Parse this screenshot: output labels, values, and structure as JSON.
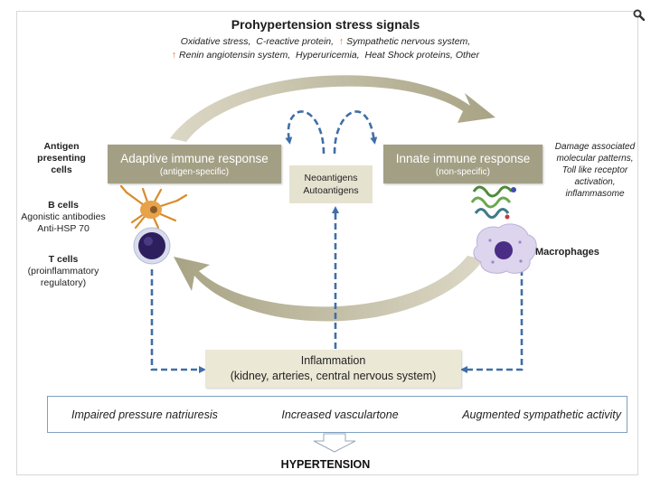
{
  "header": {
    "title": "Prohypertension stress signals",
    "line1_a": "Oxidative stress,",
    "line1_b": "C-reactive protein,",
    "line1_arrow": "↑",
    "line1_c": "Sympathetic nervous system,",
    "line2_arrow": "↑",
    "line2_a": "Renin angiotensin system,",
    "line2_b": "Hyperuricemia,",
    "line2_c": "Heat Shock proteins, Other"
  },
  "adaptive": {
    "title": "Adaptive immune response",
    "subtitle": "(antigen-specific)"
  },
  "innate": {
    "title": "Innate immune response",
    "subtitle": "(non-specific)"
  },
  "neo": {
    "line1": "Neoantigens",
    "line2": "Autoantigens"
  },
  "left_labels": {
    "apc_1": "Antigen",
    "apc_2": "presenting",
    "apc_3": "cells",
    "bcells_title": "B cells",
    "bcells_1": "Agonistic antibodies",
    "bcells_2": "Anti-HSP 70",
    "tcells_title": "T cells",
    "tcells_1": "(proinflammatory",
    "tcells_2": "regulatory)"
  },
  "right_labels": {
    "damp_1": "Damage associated",
    "damp_2": "molecular patterns,",
    "damp_3": "Toll like receptor",
    "damp_4": "activation,",
    "damp_5": "inflammasome",
    "macrophages": "Macrophages"
  },
  "inflammation": {
    "title": "Inflammation",
    "subtitle": "(kidney, arteries, central nervous system)"
  },
  "outcomes": {
    "item1": "Impaired pressure natriuresis",
    "item2": "Increased vasculartone",
    "item3": "Augmented sympathetic activity"
  },
  "result": "HYPERTENSION",
  "colors": {
    "box": "#a39f84",
    "dashed_arrow": "#3f6fa8",
    "cycle_arrow": "#bcb79a"
  },
  "icons": {
    "zoom": "magnifier-icon"
  }
}
